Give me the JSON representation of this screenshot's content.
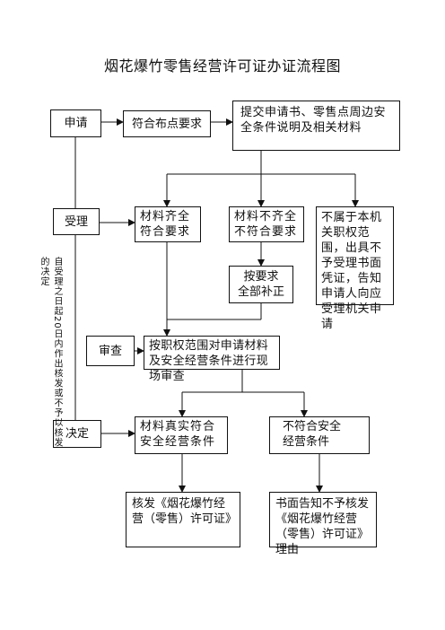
{
  "title": "烟花爆竹零售经营许可证办证流程图",
  "stages": {
    "apply": "申请",
    "accept": "受理",
    "review": "审查",
    "decide": "决定"
  },
  "nodes": {
    "site_requirement": "符合布点要求",
    "submit_materials": "提交申请书、零售点周边安全条件说明及相关材料",
    "complete": "材料齐全\n符合要求",
    "incomplete": "材料不齐全\n不符合要求",
    "not_in_scope": "不属于本机关职权范围，出具不予受理书面凭证，告知申请人向应受理机关申请",
    "supplement": "按要求\n全部补正",
    "onsite_review": "按职权范围对申请材料及安全经营条件进行现场审查",
    "meets_conditions": "材料真实符合\n安全经营条件",
    "fails_conditions": "不符合安全\n经营条件",
    "issue_license": "核发《烟花爆竹经营（零售）许可证》",
    "written_refusal": "书面告知不予核发《烟花爆竹经营（零售）许可证》理由"
  },
  "side_note": {
    "line1": "自受理之日起20日内作出核发或不予以核发",
    "line2": "的决定"
  }
}
